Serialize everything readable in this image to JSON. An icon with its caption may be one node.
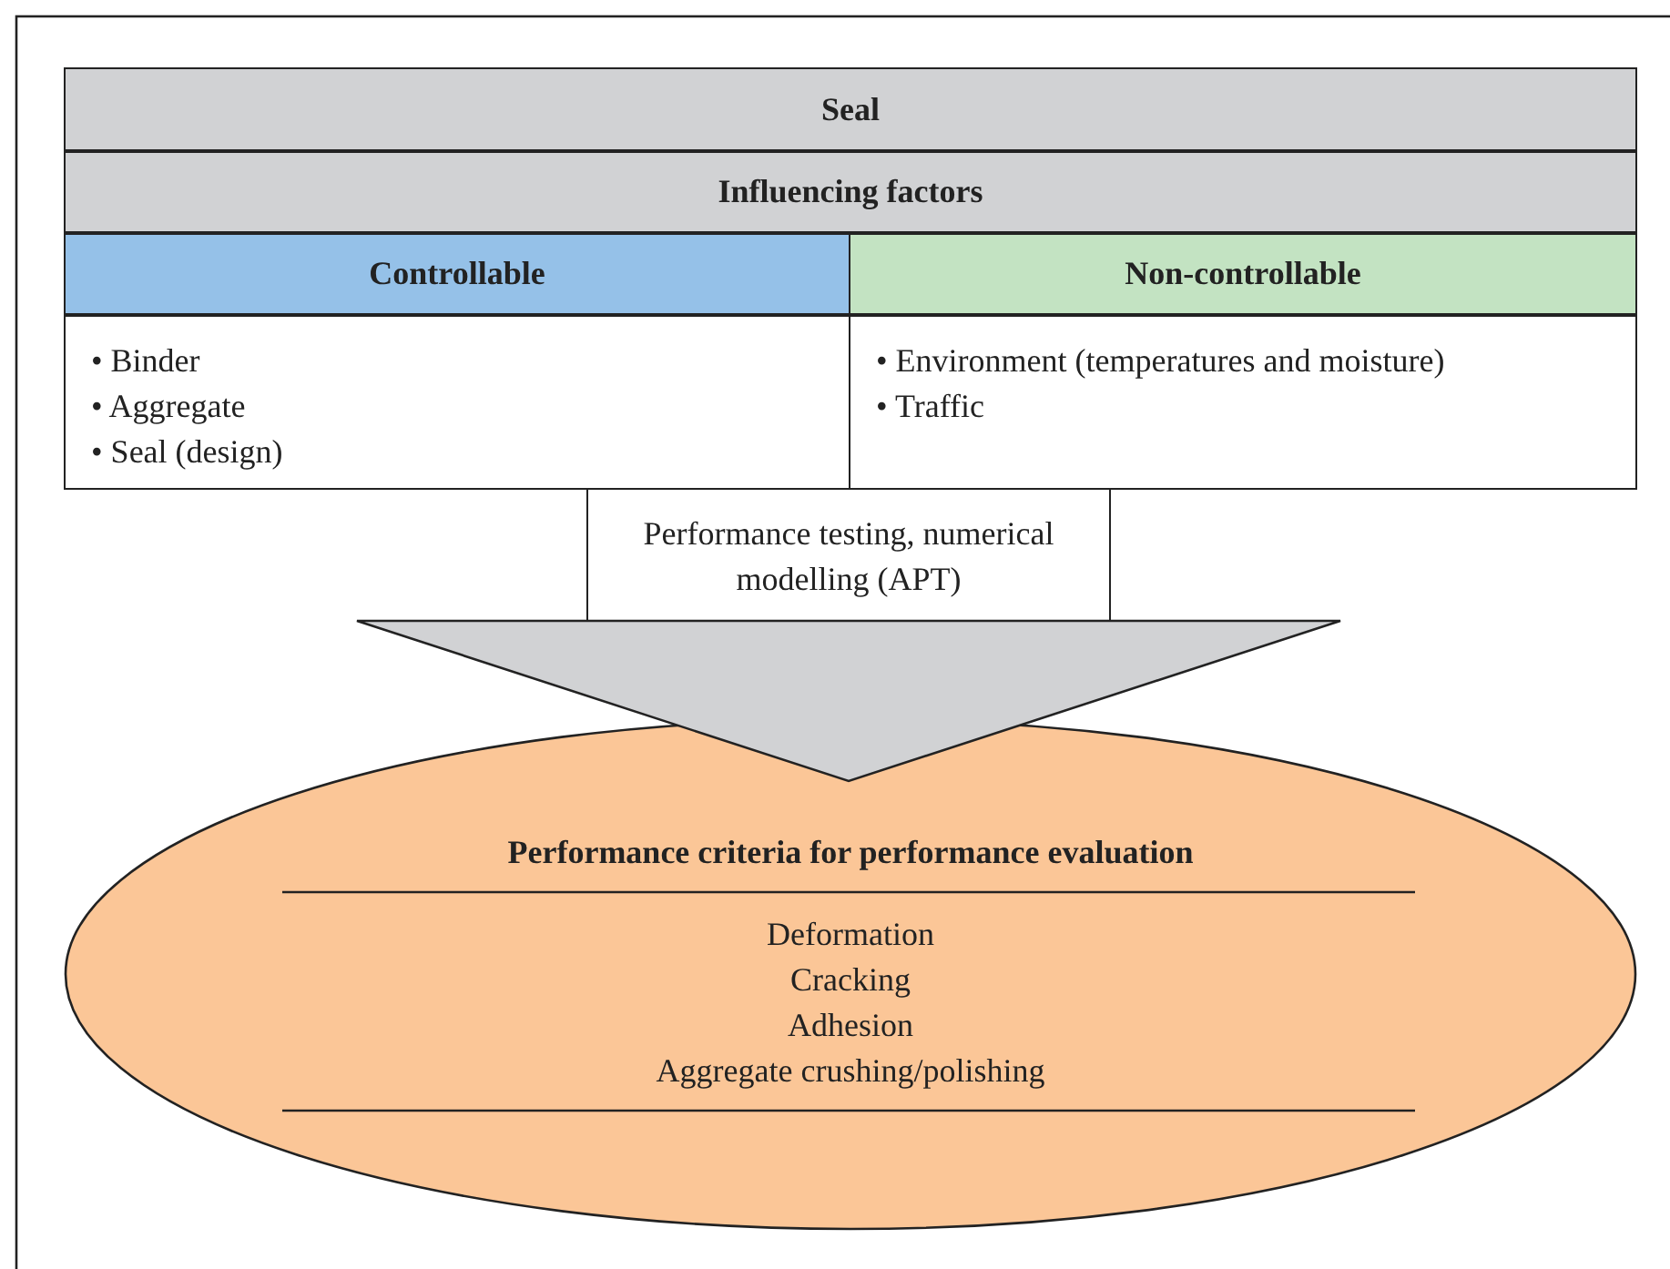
{
  "diagram": {
    "nodes": [
      {
        "text": [
          "Seal"
        ]
      },
      {
        "text": [
          "Influencing factors"
        ]
      },
      {
        "text": [
          "Controllable"
        ]
      },
      {
        "text": [
          "• Binder",
          "• Aggregate",
          "• Seal (design)"
        ]
      },
      {
        "text": [
          "Non-controllable"
        ]
      },
      {
        "text": [
          "• Environment (temperatures and moisture)",
          "• Traffic"
        ]
      },
      {
        "text": [
          "Performance testing, numerical modelling (APT)"
        ]
      },
      {
        "text": [
          "Performance criteria for performance evaluation",
          "Deformation",
          "Cracking",
          "Adhesion",
          "Aggregate crushing/polishing"
        ]
      }
    ],
    "edges": [
      {
        "from": 6,
        "to": 7,
        "arrow": "to"
      }
    ]
  }
}
